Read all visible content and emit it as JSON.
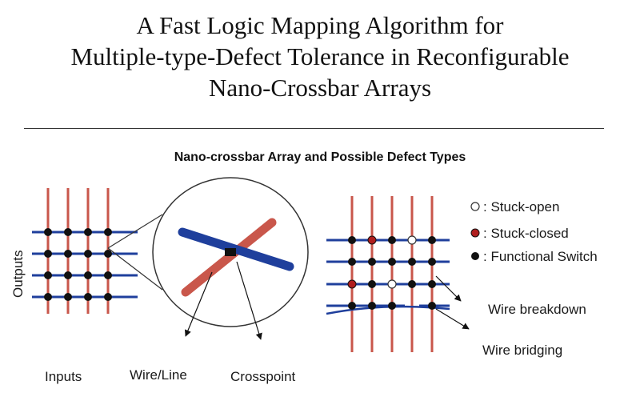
{
  "title_lines": [
    "A Fast Logic Mapping Algorithm for",
    "Multiple-type-Defect Tolerance in Reconfigurable",
    "Nano-Crossbar Arrays"
  ],
  "subtitle": "Nano-crossbar Array and Possible Defect Types",
  "labels": {
    "outputs": "Outputs",
    "inputs": "Inputs",
    "wire_line": "Wire/Line",
    "crosspoint": "Crosspoint"
  },
  "legend": {
    "stuck_open": ": Stuck-open",
    "stuck_closed": ": Stuck-closed",
    "functional": ": Functional Switch"
  },
  "defects": {
    "wire_breakdown": "Wire breakdown",
    "wire_bridging": "Wire bridging"
  },
  "colors": {
    "vertical_wire": "#c9574b",
    "horizontal_wire": "#1f3f9c",
    "functional_switch": "#111111",
    "stuck_closed": "#b01e1e",
    "stuck_open": "#ffffff"
  }
}
